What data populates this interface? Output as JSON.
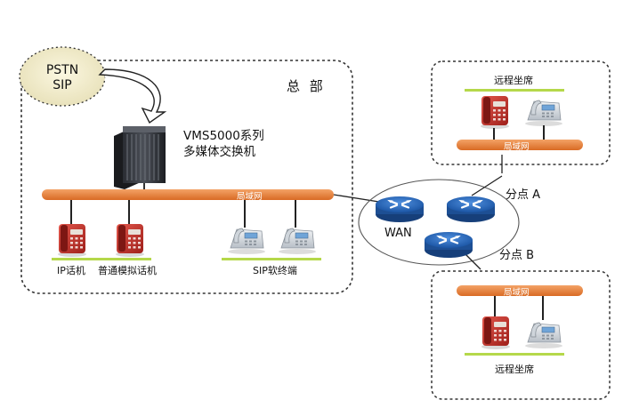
{
  "source": {
    "line1": "PSTN",
    "line2": "SIP"
  },
  "hq": {
    "title": "总 部",
    "switch_line1": "VMS5000系列",
    "switch_line2": "多媒体交换机",
    "lan": "局域网",
    "ip_phone": "IP话机",
    "analog_phone": "普通模拟话机",
    "sip_terminal": "SIP软终端"
  },
  "wan": {
    "label": "WAN"
  },
  "branch_a": {
    "label": "分点 A",
    "seat": "远程坐席",
    "lan": "局域网"
  },
  "branch_b": {
    "label": "分点 B",
    "seat": "远程坐席",
    "lan": "局域网"
  },
  "colors": {
    "lan_bar": "#e8803a",
    "seat_bar": "#b5d84a",
    "router": "#1f5fb0",
    "phone_red": "#c8332b"
  }
}
